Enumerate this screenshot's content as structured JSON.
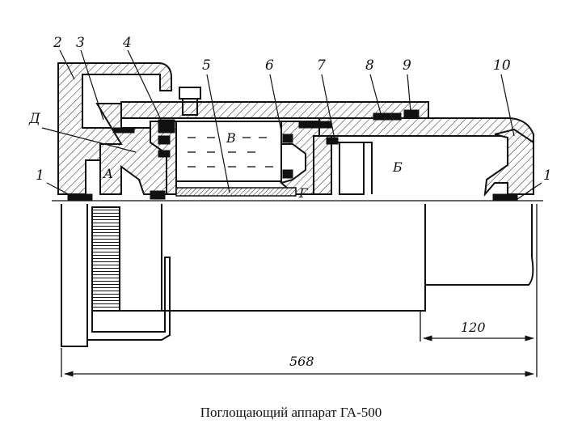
{
  "diagram": {
    "part_labels": [
      "2",
      "3",
      "4",
      "5",
      "6",
      "7",
      "8",
      "9",
      "10"
    ],
    "side_labels": {
      "left": "1",
      "right": "1"
    },
    "chamber_labels": {
      "d": "Д",
      "a": "А",
      "v": "В",
      "b": "Б",
      "g": "Г"
    },
    "dimensions": {
      "total_length": "568",
      "stroke": "120"
    }
  },
  "caption": "Поглощающий аппарат ГА-500"
}
